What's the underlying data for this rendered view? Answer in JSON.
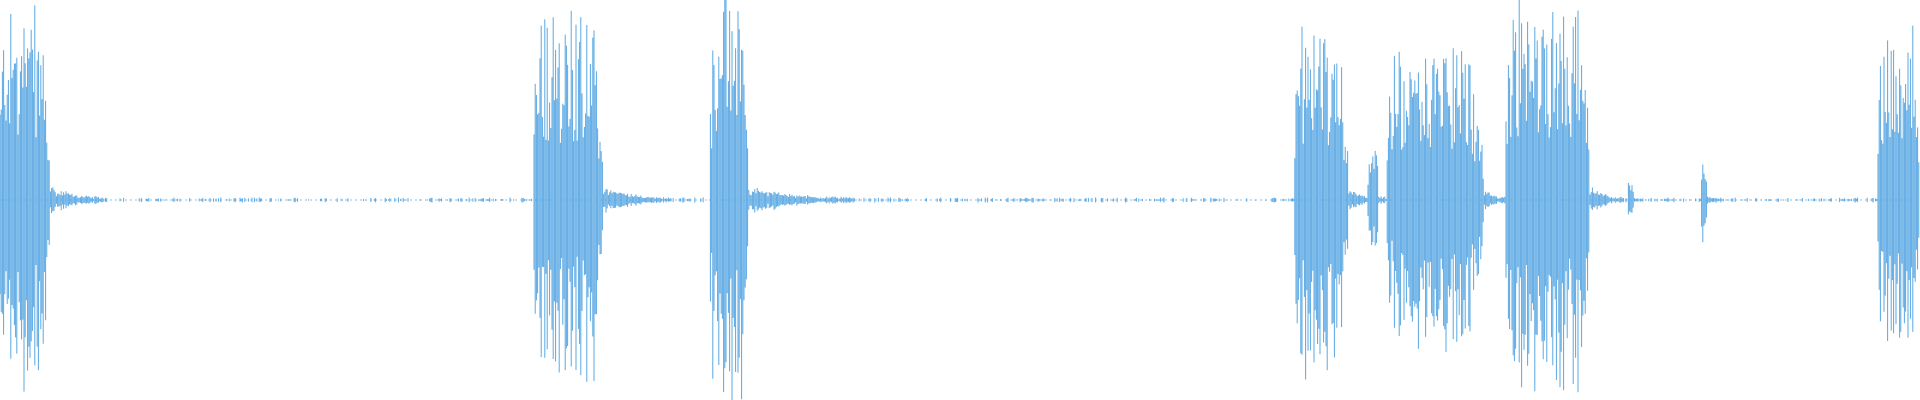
{
  "waveform": {
    "color": "#5aa8e3",
    "bursts": [
      {
        "start": 0.0,
        "end": 0.026,
        "peak": 0.44,
        "decay": 0.01
      },
      {
        "start": 0.278,
        "end": 0.314,
        "peak": 0.44,
        "decay": 0.012
      },
      {
        "start": 0.37,
        "end": 0.39,
        "peak": 0.47,
        "decay": 0.018
      },
      {
        "start": 0.674,
        "end": 0.702,
        "peak": 0.4,
        "decay": 0.006
      },
      {
        "start": 0.712,
        "end": 0.718,
        "peak": 0.12,
        "decay": 0.003
      },
      {
        "start": 0.722,
        "end": 0.773,
        "peak": 0.34,
        "decay": 0.004
      },
      {
        "start": 0.784,
        "end": 0.828,
        "peak": 0.47,
        "decay": 0.006
      },
      {
        "start": 0.848,
        "end": 0.851,
        "peak": 0.05,
        "decay": 0.002
      },
      {
        "start": 0.886,
        "end": 0.889,
        "peak": 0.1,
        "decay": 0.003
      },
      {
        "start": 0.978,
        "end": 1.0,
        "peak": 0.38,
        "decay": 0.0
      }
    ],
    "noise_floor": 0.006
  }
}
